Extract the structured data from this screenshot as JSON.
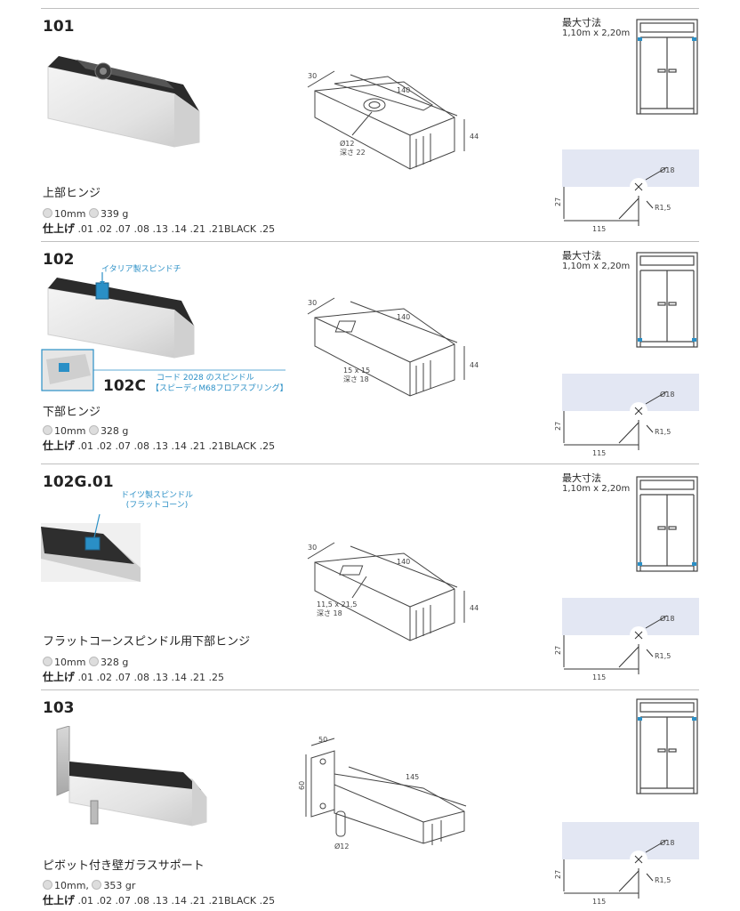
{
  "sections": [
    {
      "code": "101",
      "name": "上部ヒンジ",
      "spec": "10mm",
      "weight": "339 g",
      "finish_label": "仕上げ",
      "finish_values": ".01 .02 .07 .08 .13 .14 .21 .21BLACK .25",
      "max_title": "最大寸法",
      "max_value": "1,10m x 2,20m",
      "dims": {
        "a": "30",
        "b": "140",
        "c": "44",
        "hole1": "Ø12",
        "hole2": "深さ 22"
      },
      "detail": {
        "d": "Ø18",
        "r": "R1,5",
        "h": "27",
        "w": "115"
      }
    },
    {
      "code": "102",
      "name": "下部ヒンジ",
      "spec": "10mm",
      "weight": "328 g",
      "finish_label": "仕上げ",
      "finish_values": ".01 .02 .07 .08 .13 .14 .21 .21BLACK .25",
      "max_title": "最大寸法",
      "max_value": "1,10m x 2,20m",
      "callout_top": "イタリア製スピンドチ",
      "sub_code": "102C",
      "callout_side_1": "コード 2028 のスピンドル",
      "callout_side_2": "【スピーディM68フロアスプリング】",
      "dims": {
        "a": "30",
        "b": "140",
        "c": "44",
        "hole1": "15 x 15",
        "hole2": "深さ 18"
      },
      "detail": {
        "d": "Ø18",
        "r": "R1,5",
        "h": "27",
        "w": "115"
      }
    },
    {
      "code": "102G.01",
      "name": "フラットコーンスピンドル用下部ヒンジ",
      "spec": "10mm",
      "weight": "328 g",
      "finish_label": "仕上げ",
      "finish_values": ".01 .02 .07 .08 .13 .14 .21 .25",
      "max_title": "最大寸法",
      "max_value": "1,10m x 2,20m",
      "callout_1": "ドイツ製スピンドル",
      "callout_2": "(フラットコーン)",
      "dims": {
        "a": "30",
        "b": "140",
        "c": "44",
        "hole1": "11,5 x 21,5",
        "hole2": "深さ 18"
      },
      "detail": {
        "d": "Ø18",
        "r": "R1,5",
        "h": "27",
        "w": "115"
      }
    },
    {
      "code": "103",
      "name": "ピボット付き壁ガラスサポート",
      "spec": "10mm,",
      "weight": "353 gr",
      "finish_label": "仕上げ",
      "finish_values": ".01 .02 .07 .08 .13 .14 .21 .21BLACK .25",
      "dims": {
        "a": "50",
        "b": "145",
        "c": "60",
        "hole1": "Ø12"
      },
      "detail": {
        "d": "Ø18",
        "r": "R1,5",
        "h": "27",
        "w": "115"
      }
    }
  ],
  "colors": {
    "accent": "#2a8fc6",
    "detail_bg": "#e3e7f3",
    "line": "#555555"
  }
}
